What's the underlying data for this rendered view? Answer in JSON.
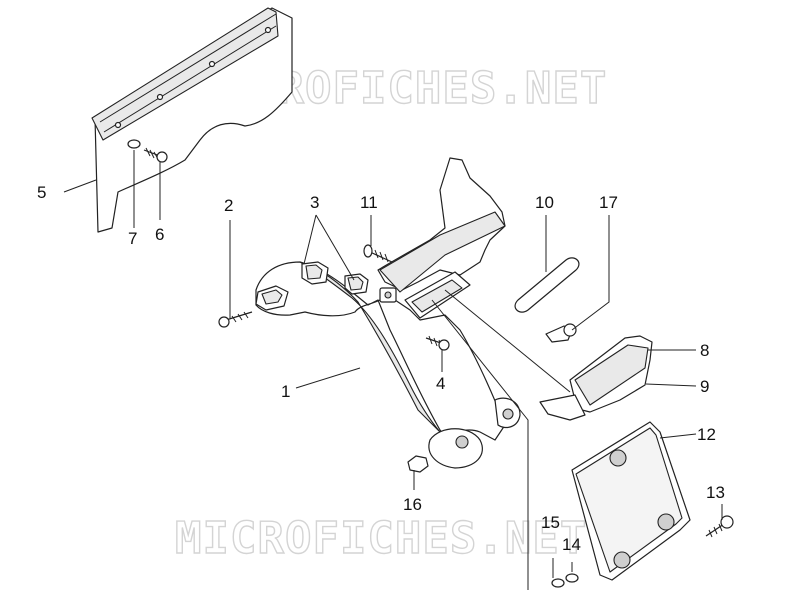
{
  "watermark": "MICROFICHES.NET",
  "callouts": [
    "1",
    "2",
    "3",
    "4",
    "5",
    "6",
    "7",
    "8",
    "9",
    "10",
    "11",
    "12",
    "13",
    "14",
    "15",
    "16",
    "17"
  ]
}
